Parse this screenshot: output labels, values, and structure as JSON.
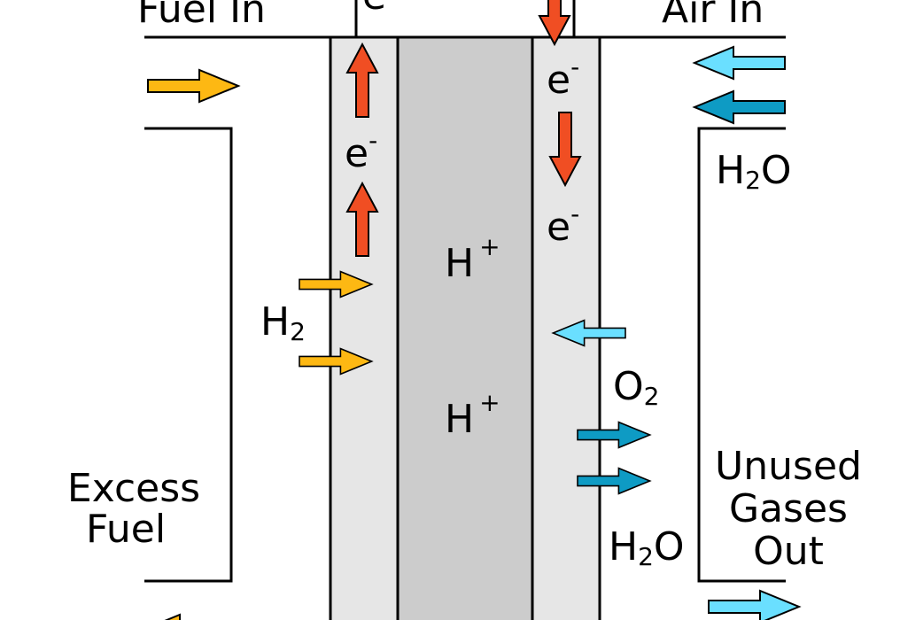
{
  "labels": {
    "fuel_in": "Fuel In",
    "air_in": "Air In",
    "electron": "e",
    "electron_charge": "-",
    "hydrogen_ion": "H",
    "ion_charge": "+",
    "h2_base": "H",
    "h2_sub": "2",
    "o2_base": "O",
    "o2_sub": "2",
    "water_h": "H",
    "water_sub": "2",
    "water_o": "O",
    "excess_fuel_line1": "Excess",
    "excess_fuel_line2": "Fuel",
    "unused_line1": "Unused",
    "unused_line2": "Gases",
    "unused_line3": "Out"
  },
  "colors": {
    "fuel_arrow": "#FDB813",
    "electron_arrow": "#F04E23",
    "oxygen_arrow": "#6ADFFF",
    "water_arrow": "#0E9BC4",
    "electrode": "#E6E6E6",
    "electrolyte": "#CCCCCC",
    "outline": "#000000"
  },
  "icons": {
    "fuel_arrow": "right-arrow-icon",
    "electron_arrow": "up-down-arrow-icon",
    "oxygen_arrow": "left-arrow-icon",
    "water_arrow": "right-arrow-icon"
  }
}
